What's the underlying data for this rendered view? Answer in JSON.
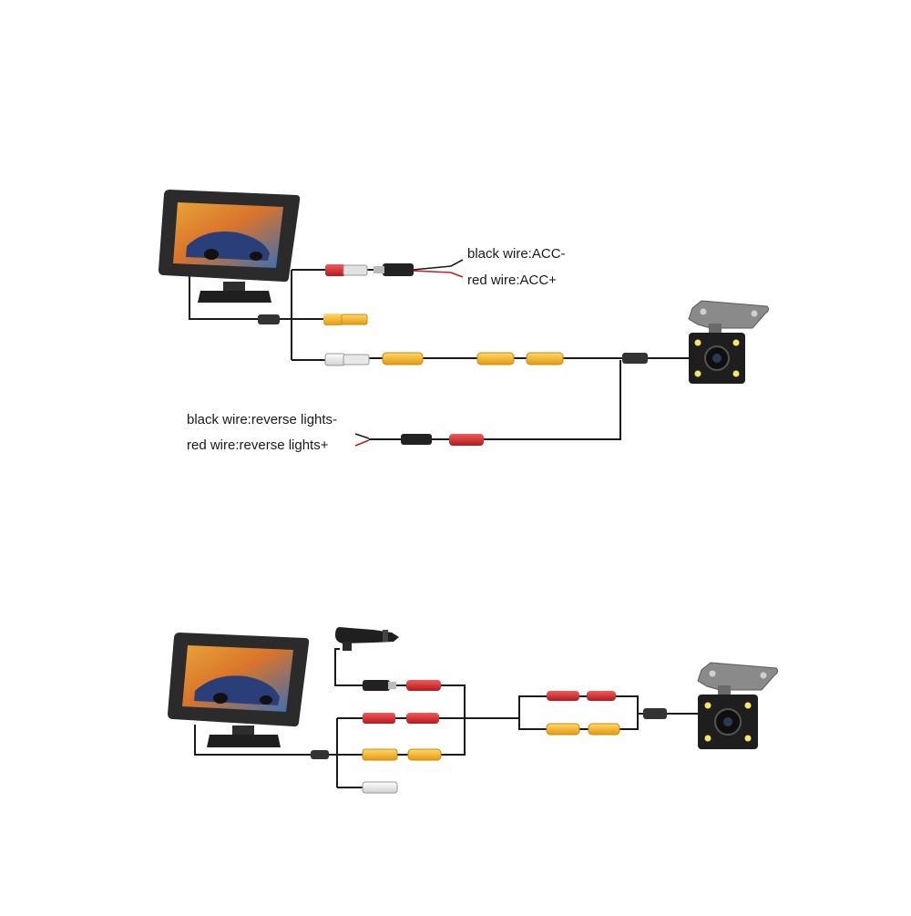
{
  "diagram_1": {
    "labels": {
      "acc_black": "black wire:ACC-",
      "acc_red": "red wire:ACC+",
      "reverse_black": "black wire:reverse lights-",
      "reverse_red": "red wire:reverse lights+"
    }
  },
  "colors": {
    "wire": "#1a1a1a",
    "rca_red": "#d8282c",
    "rca_yellow": "#f2b01e",
    "rca_white": "#f2f2f2",
    "monitor_body": "#2b2b2b",
    "camera_body": "#1e1e1e",
    "bracket": "#8a8a8a",
    "led": "#f4e66a"
  }
}
